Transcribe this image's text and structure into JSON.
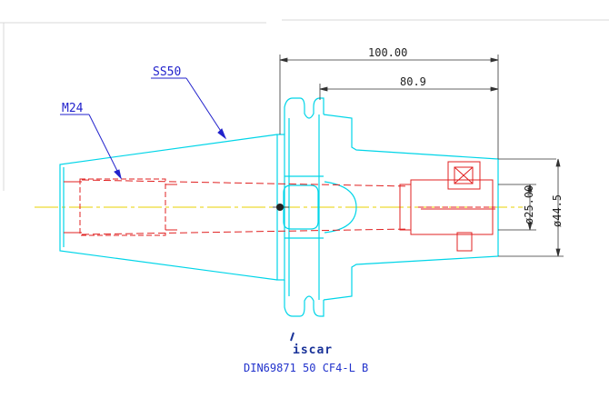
{
  "drawing": {
    "dimensions": {
      "overall_length": "100.00",
      "flange_to_end": "80.9",
      "bore_diameter": "ø25.00",
      "body_diameter": "ø44.5"
    },
    "labels": {
      "taper": "SS50",
      "thread": "M24"
    },
    "logo_text": "iscar",
    "part_code": "DIN69871 50 CF4-L B",
    "colors": {
      "outline": "#00d5e8",
      "hidden": "#e02020",
      "centerline": "#e8d000",
      "dimension": "#333333",
      "leader": "#2222cc"
    }
  }
}
